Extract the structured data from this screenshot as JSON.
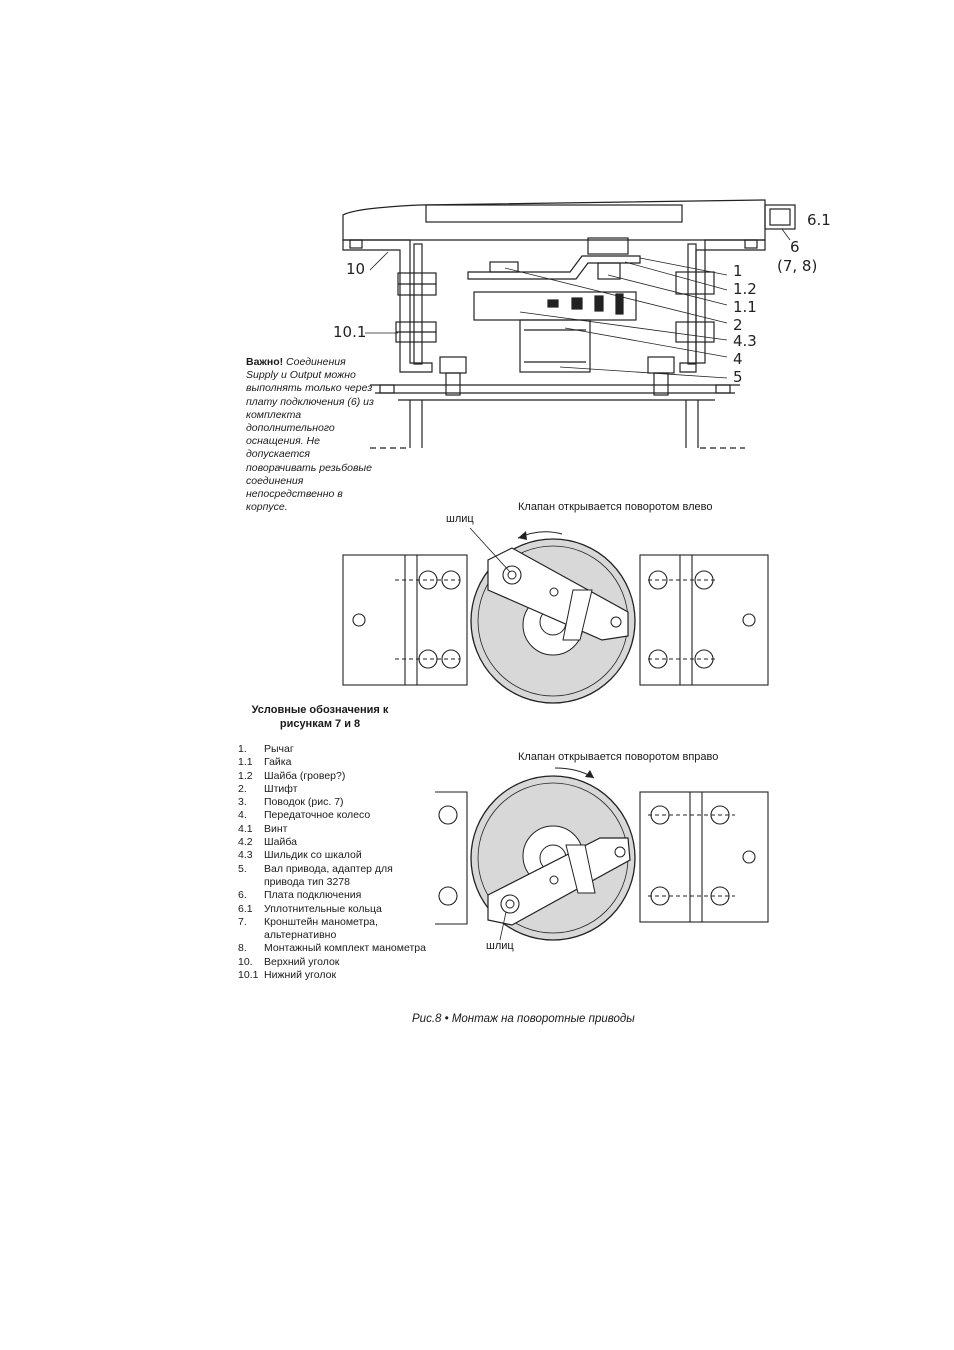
{
  "top_callouts": {
    "c61": "6.1",
    "c6": "6",
    "c78": "(7, 8)",
    "c1": "1",
    "c12": "1.2",
    "c11": "1.1",
    "c2": "2",
    "c43": "4.3",
    "c4": "4",
    "c5": "5",
    "c10": "10",
    "c101": "10.1"
  },
  "note": {
    "bold": "Важно!",
    "text": "Соединения Supply и Output можно выполнять только через плату подключения (6) из комплекта дополнительного оснащения. Не допускается поворачивать резьбовые соединения непосредственно в корпусе."
  },
  "mid_figure": {
    "caption": "Клапан открывается поворотом влево",
    "slot_label": "шлиц"
  },
  "lower_figure": {
    "caption": "Клапан открывается поворотом вправо",
    "slot_label": "шлиц"
  },
  "legend": {
    "title": "Условные обозначения к рисункам 7 и 8",
    "items": [
      {
        "num": "1.",
        "text": "Рычаг"
      },
      {
        "num": "1.1",
        "text": "Гайка"
      },
      {
        "num": "1.2",
        "text": "Шайба (гровер?)"
      },
      {
        "num": "2.",
        "text": "Штифт"
      },
      {
        "num": "3.",
        "text": "Поводок (рис. 7)"
      },
      {
        "num": "4.",
        "text": "Передаточное колесо"
      },
      {
        "num": "4.1",
        "text": "Винт"
      },
      {
        "num": "4.2",
        "text": "Шайба"
      },
      {
        "num": "4.3",
        "text": "Шильдик со шкалой"
      },
      {
        "num": "5.",
        "text": "Вал привода, адаптер для привода тип 3278"
      },
      {
        "num": "6.",
        "text": "Плата подключения"
      },
      {
        "num": "6.1",
        "text": "Уплотнительные кольца"
      },
      {
        "num": "7.",
        "text": "Кронштейн манометра, альтернативно"
      },
      {
        "num": "8.",
        "text": "Монтажный комплект манометра"
      },
      {
        "num": "10.",
        "text": "Верхний уголок"
      },
      {
        "num": "10.1",
        "text": "Нижний уголок"
      }
    ]
  },
  "figure_caption": "Рис.8 • Монтаж на поворотные приводы"
}
